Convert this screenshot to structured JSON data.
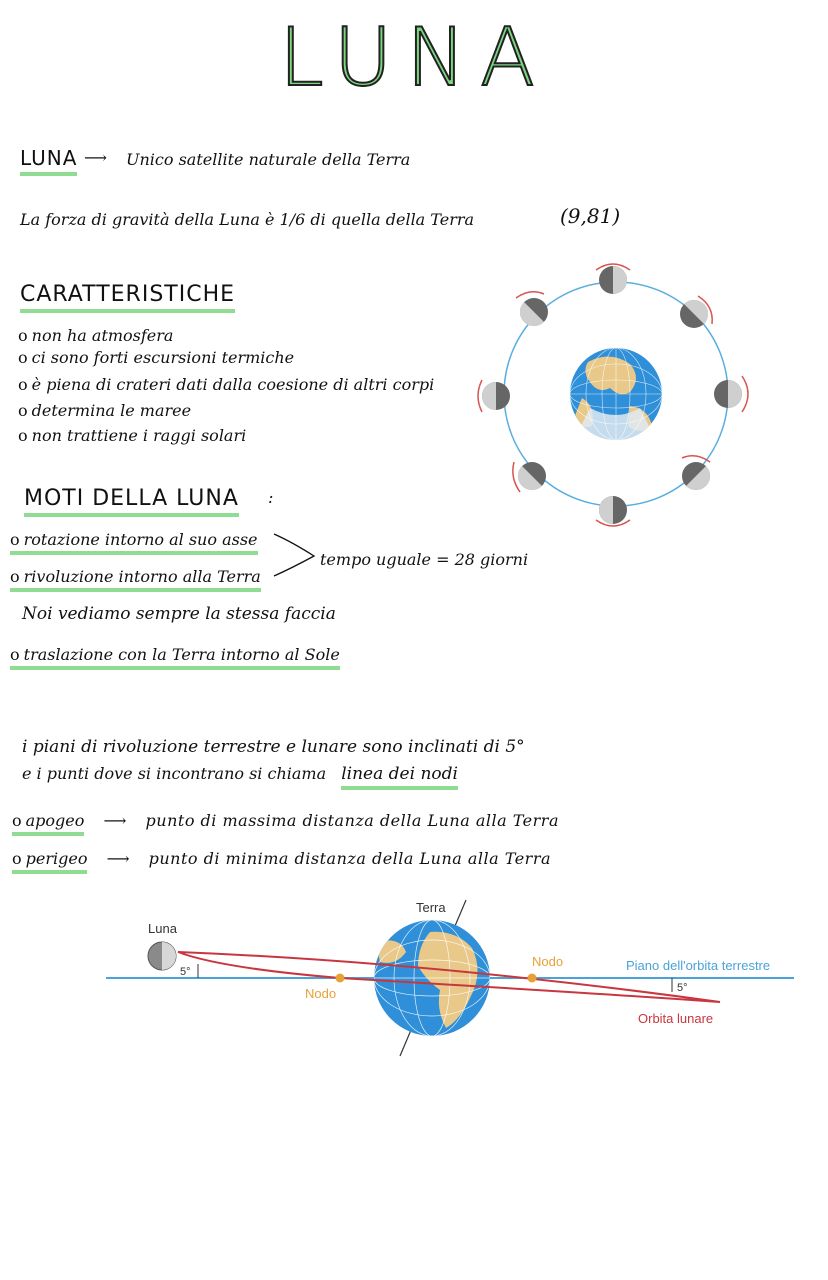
{
  "title": "LUNA",
  "intro": {
    "term": "LUNA",
    "arrow": "⟶",
    "definition": "Unico satellite naturale della Terra",
    "gravity": "La forza di gravità della Luna è 1/6 di quella della Terra",
    "gravity_value": "(9,81)"
  },
  "caratteristiche": {
    "heading": "CARATTERISTICHE",
    "items": [
      "non ha atmosfera",
      "ci sono forti escursioni termiche",
      "è piena di crateri dati dalla coesione di altri corpi",
      "determina le maree",
      "non trattiene i raggi solari"
    ]
  },
  "moti": {
    "heading": "MOTI DELLA LUNA",
    "colon": ":",
    "rotazione": "rotazione intorno al suo asse",
    "rivoluzione": "rivoluzione intorno alla Terra",
    "tempo": "tempo uguale = 28 giorni",
    "faccia": "Noi vediamo sempre la stessa faccia",
    "traslazione": "traslazione con la Terra intorno al Sole"
  },
  "piani": {
    "line1": "i piani di rivoluzione terrestre e lunare sono inclinati di 5°",
    "line2_prefix": "e i punti dove si incontrano si chiama",
    "line2_link": "linea dei nodi"
  },
  "apogeo": {
    "term": "apogeo",
    "arrow": "⟶",
    "text": "punto di massima distanza della Luna alla Terra"
  },
  "perigeo": {
    "term": "perigeo",
    "arrow": "⟶",
    "text": "punto di minima distanza della Luna alla Terra"
  },
  "diagram": {
    "terra": "Terra",
    "luna": "Luna",
    "nodo_left": "Nodo",
    "nodo_right": "Nodo",
    "piano": "Piano dell'orbita terrestre",
    "orbita": "Orbita lunare",
    "angle_left": "5°",
    "angle_right": "5°",
    "colors": {
      "plane": "#4aa3d8",
      "orbit": "#c8373f",
      "node": "#e8a13a",
      "ocean": "#2f8fd8",
      "land": "#e9c98a"
    }
  }
}
